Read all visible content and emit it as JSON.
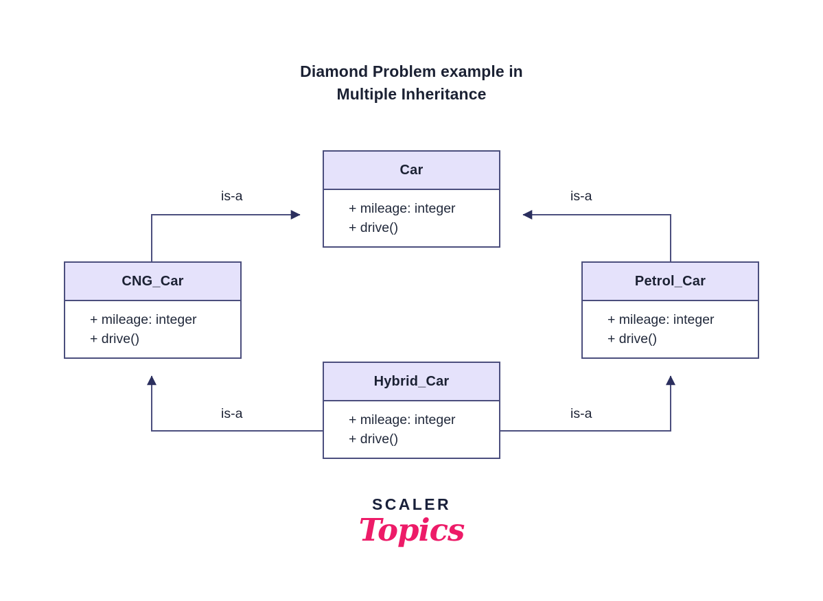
{
  "title": {
    "line1": "Diamond Problem example in",
    "line2": "Multiple Inheritance"
  },
  "colors": {
    "box_border": "#4b4e7d",
    "box_header_fill": "#e5e2fb",
    "box_body_fill": "#ffffff",
    "text": "#1b2133",
    "connector": "#4b4e7d",
    "logo_pink": "#ed1b68",
    "logo_navy": "#19203a",
    "background": "#ffffff"
  },
  "classes": [
    {
      "id": "car",
      "name": "Car",
      "members": [
        "+ mileage: integer",
        "+ drive()"
      ]
    },
    {
      "id": "cng_car",
      "name": "CNG_Car",
      "members": [
        "+ mileage: integer",
        "+ drive()"
      ]
    },
    {
      "id": "petrol_car",
      "name": "Petrol_Car",
      "members": [
        "+ mileage: integer",
        "+ drive()"
      ]
    },
    {
      "id": "hybrid_car",
      "name": "Hybrid_Car",
      "members": [
        "+ mileage: integer",
        "+ drive()"
      ]
    }
  ],
  "relations": [
    {
      "id": "cng-to-car",
      "from": "CNG_Car",
      "to": "Car",
      "label": "is-a"
    },
    {
      "id": "petrol-to-car",
      "from": "Petrol_Car",
      "to": "Car",
      "label": "is-a"
    },
    {
      "id": "hybrid-to-cng",
      "from": "Hybrid_Car",
      "to": "CNG_Car",
      "label": "is-a"
    },
    {
      "id": "hybrid-to-petrol",
      "from": "Hybrid_Car",
      "to": "Petrol_Car",
      "label": "is-a"
    }
  ],
  "logo": {
    "brand": "SCALER",
    "product": "Topics"
  }
}
